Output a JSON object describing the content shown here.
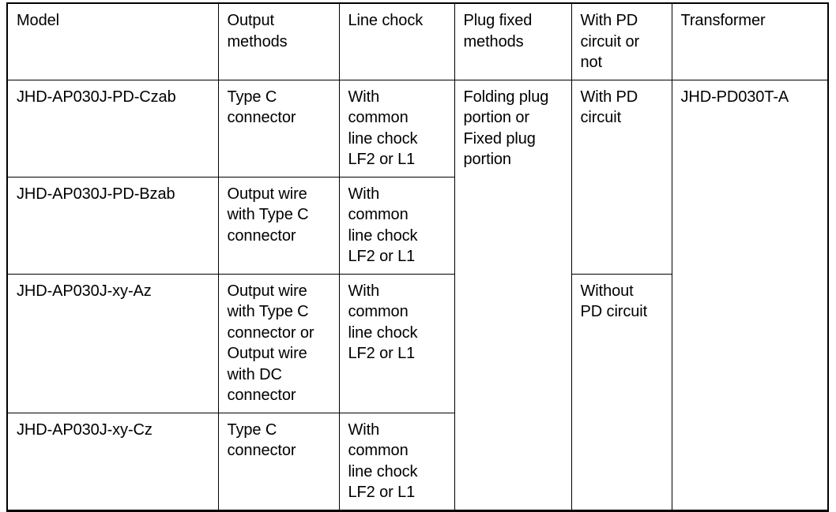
{
  "table": {
    "columns": [
      {
        "key": "model",
        "label": "Model"
      },
      {
        "key": "output",
        "label": "Output\nmethods"
      },
      {
        "key": "chock",
        "label": "Line chock"
      },
      {
        "key": "plug",
        "label": "Plug fixed\nmethods"
      },
      {
        "key": "pd",
        "label": "With PD\ncircuit or\nnot"
      },
      {
        "key": "transformer",
        "label": "Transformer"
      }
    ],
    "rows": [
      {
        "model": "JHD-AP030J-PD-Czab",
        "output": "Type C\nconnector",
        "chock": "With\ncommon\nline chock\nLF2 or L1"
      },
      {
        "model": "JHD-AP030J-PD-Bzab",
        "output": "Output wire\nwith Type C\nconnector",
        "chock": "With\ncommon\nline chock\nLF2 or L1"
      },
      {
        "model": "JHD-AP030J-xy-Az",
        "output": "Output wire\nwith Type C\nconnector or\nOutput wire\nwith DC\nconnector",
        "chock": "With\ncommon\nline chock\nLF2 or L1"
      },
      {
        "model": "JHD-AP030J-xy-Cz",
        "output": "Type C\nconnector",
        "chock": "With\ncommon\nline chock\nLF2 or L1"
      }
    ],
    "merged": {
      "plug_all_rows": "Folding plug\nportion or\nFixed plug\nportion",
      "pd_rows_1_2": "With PD\ncircuit",
      "pd_rows_3_4": "Without\nPD circuit",
      "transformer_all_rows": "JHD-PD030T-A"
    }
  },
  "colors": {
    "border": "#000000",
    "text": "#000000",
    "background": "#ffffff"
  }
}
